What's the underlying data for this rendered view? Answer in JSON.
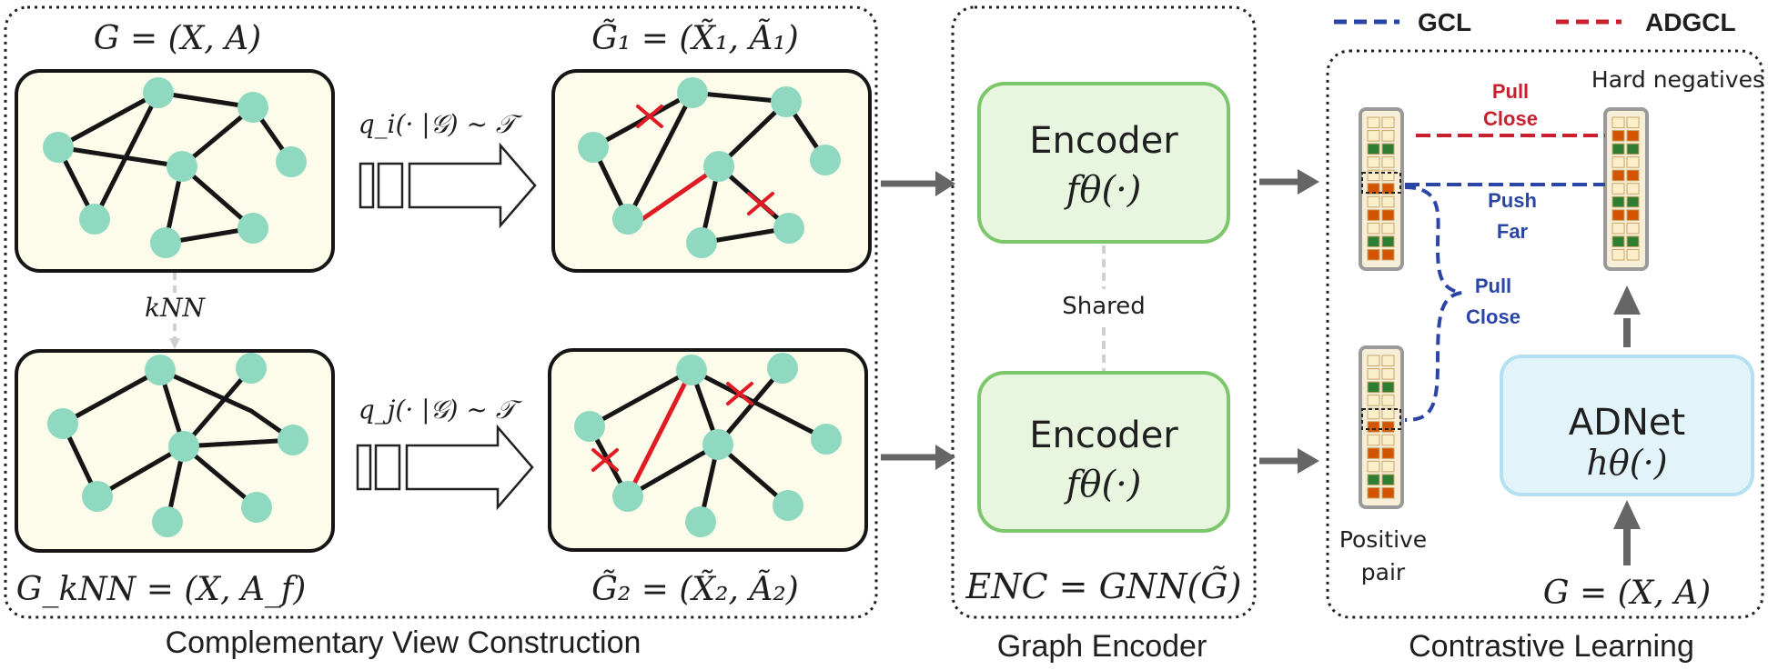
{
  "sections": {
    "view_construction": "Complementary View Construction",
    "graph_encoder": "Graph Encoder",
    "contrastive_learning": "Contrastive Learning"
  },
  "graphs": {
    "original": "G = (X, A)",
    "view1": "G̃₁ = (X̃₁, Ã₁)",
    "knn": "G_kNN = (X, A_f)",
    "view2": "G̃₂ = (X̃₂, Ã₂)"
  },
  "augment": {
    "top": "q_i(· |𝒢) ~ 𝒯",
    "bottom": "q_j(· |𝒢) ~ 𝒯"
  },
  "knn_label": "kNN",
  "encoder": {
    "title": "Encoder",
    "func": "fθ(·)",
    "shared": "Shared",
    "formula": "ENC = GNN(G̃)"
  },
  "contrastive": {
    "legend_gcl": "GCL",
    "legend_adgcl": "ADGCL",
    "hard_negatives": "Hard negatives",
    "pull_close_red": [
      "Pull",
      "Close"
    ],
    "push_far": [
      "Push",
      "Far"
    ],
    "pull_close_blue": [
      "Pull",
      "Close"
    ],
    "positive_pair": [
      "Positive",
      "pair"
    ],
    "adnet_title": "ADNet",
    "adnet_func": "hθ(·)",
    "input_graph": "G = (X, A)"
  },
  "colors": {
    "node": "#8fd9c0",
    "graph_bg": "#fdfbea",
    "encoder_fill": "#e8f6e0",
    "encoder_border": "#7cc76b",
    "adnet_fill": "#e2f3fa",
    "adnet_border": "#b4e0f0",
    "gcl": "#2b45a6",
    "adgcl": "#c8202e",
    "cell_green": "#2e7d32",
    "cell_orange": "#d35400",
    "cell_cream": "#fbeecb"
  }
}
